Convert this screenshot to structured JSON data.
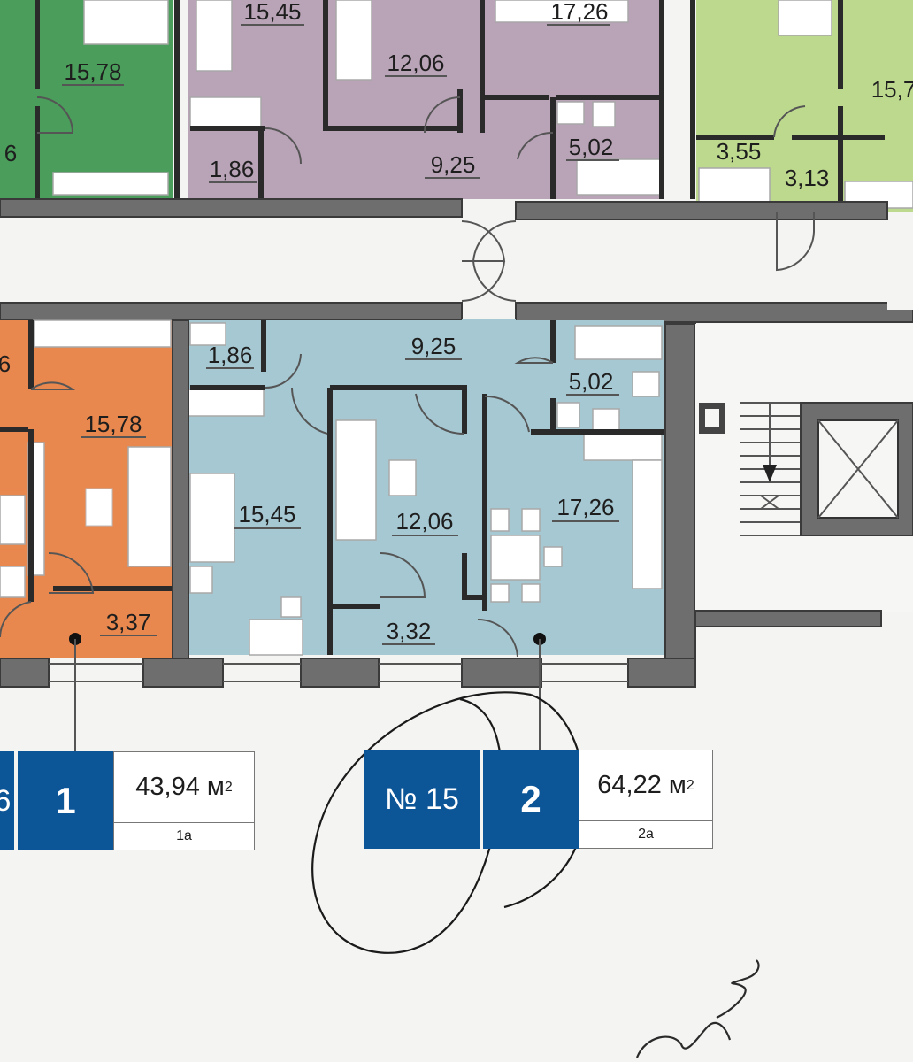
{
  "colors": {
    "purple": "#b9a3b7",
    "green_dark": "#4a9d5a",
    "green_light": "#bcd98e",
    "blue": "#a6c8d2",
    "orange": "#e8874e",
    "brand_blue": "#0c5597"
  },
  "rooms": {
    "top_left_15_78": "15,78",
    "top_left_6": "6",
    "top_purple_15_45": "15,45",
    "top_purple_12_06": "12,06",
    "top_purple_17_26": "17,26",
    "top_purple_1_86": "1,86",
    "top_purple_9_25": "9,25",
    "top_purple_5_02": "5,02",
    "top_green_3_55": "3,55",
    "top_green_3_13": "3,13",
    "top_green_15_7": "15,7",
    "blue_1_86": "1,86",
    "blue_9_25": "9,25",
    "blue_5_02": "5,02",
    "blue_15_45": "15,45",
    "blue_12_06": "12,06",
    "blue_17_26": "17,26",
    "blue_3_32": "3,32",
    "orange_6": "6",
    "orange_15_78": "15,78",
    "orange_3_37": "3,37"
  },
  "card_left": {
    "partial_number": "6",
    "rooms": "1",
    "area": "43,94 м",
    "area_sup": "2",
    "type": "1а"
  },
  "card_right": {
    "apartment_number": "№ 15",
    "rooms": "2",
    "area": "64,22 м",
    "area_sup": "2",
    "type": "2а"
  }
}
